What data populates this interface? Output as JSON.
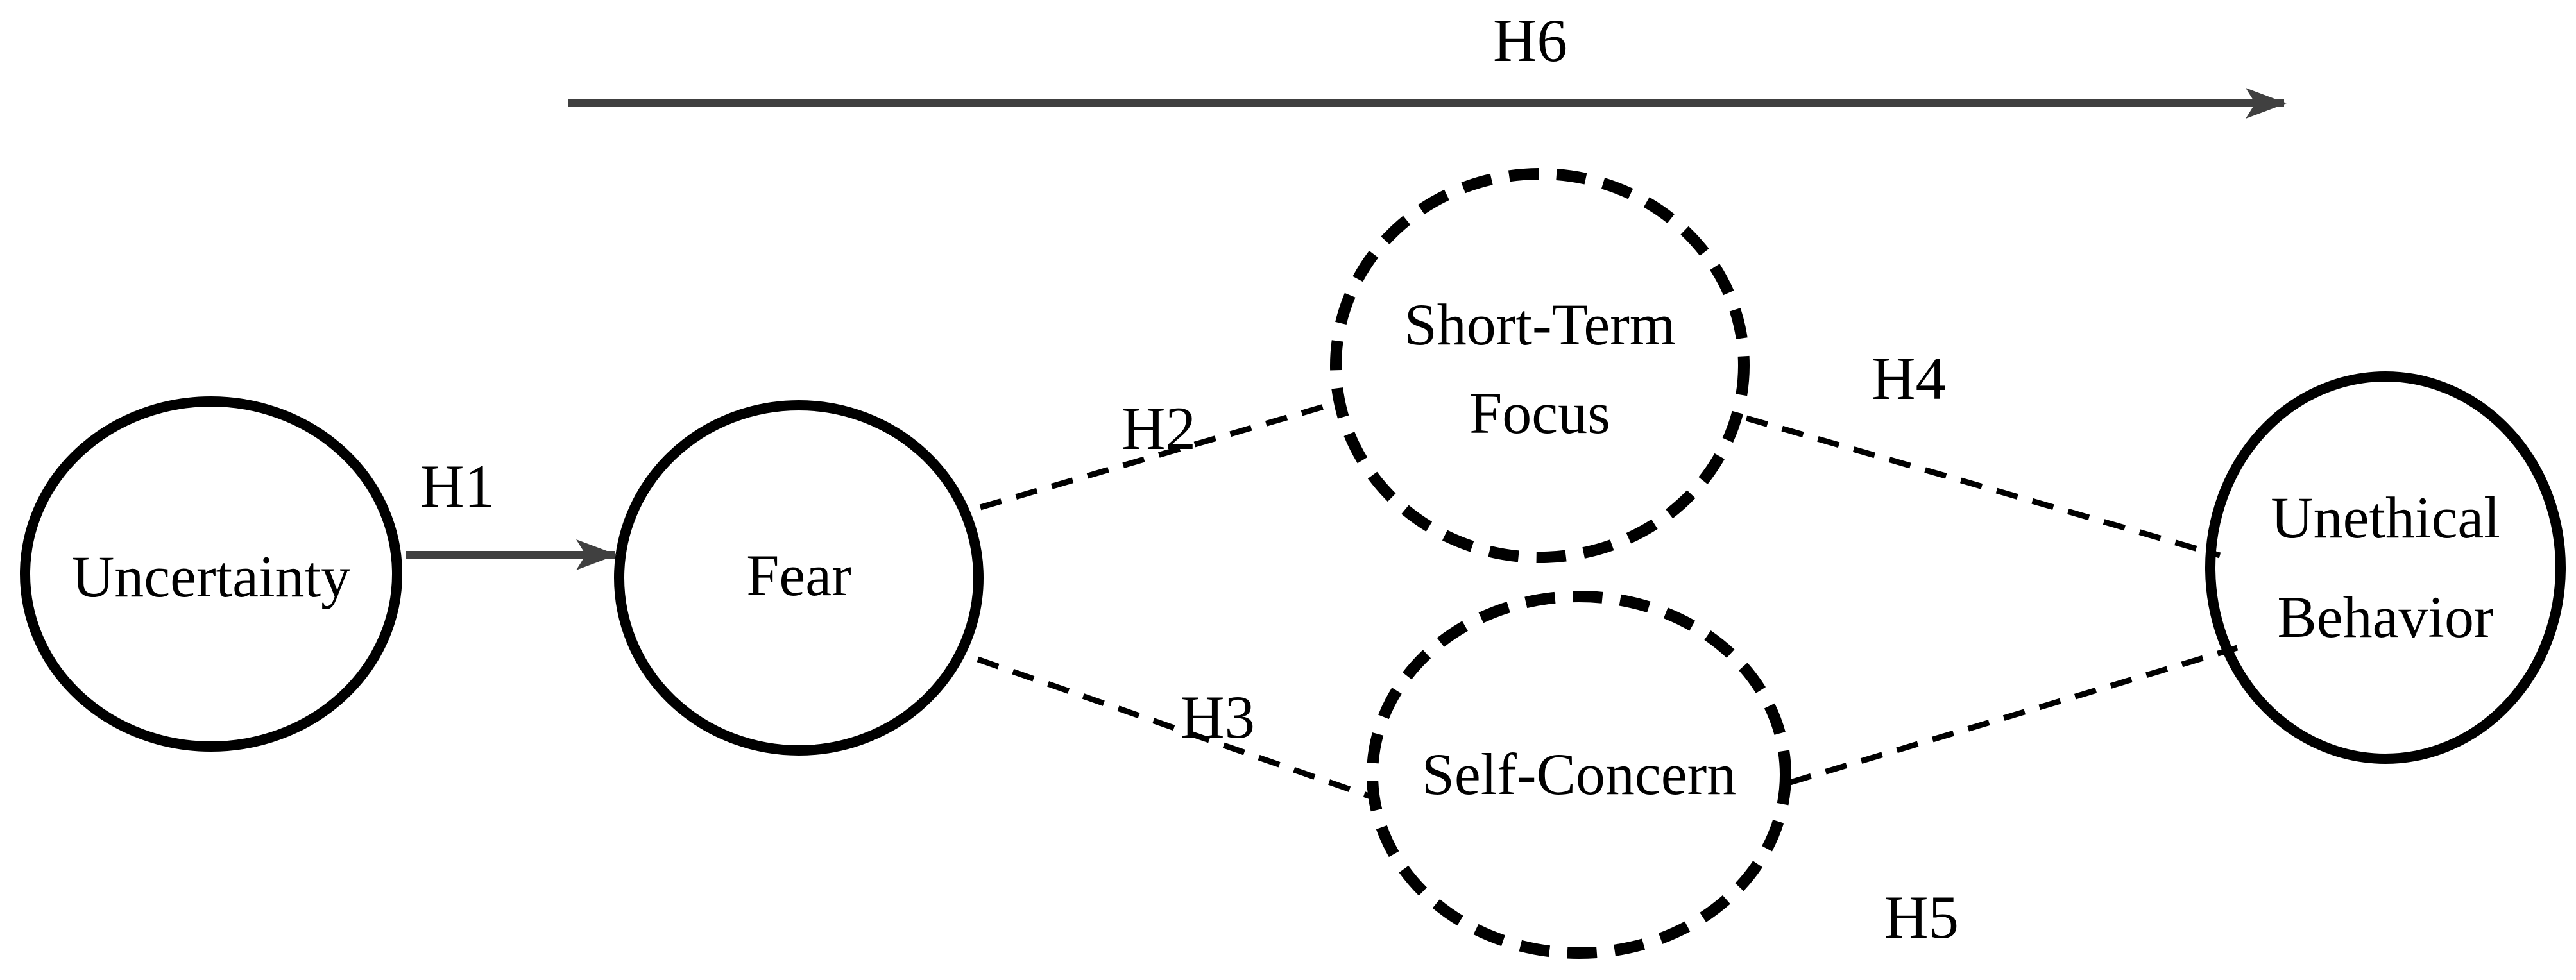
{
  "figure": {
    "type": "hypothesis-path-model",
    "background_color": "#ffffff",
    "text_color": "#000000",
    "node_stroke_color": "#000000",
    "arrow_color": "#404040"
  },
  "nodes": {
    "uncertainty": {
      "label": "Uncertainty",
      "border": "solid"
    },
    "fear": {
      "label": "Fear",
      "border": "solid"
    },
    "short_term_focus": {
      "line1": "Short-Term",
      "line2": "Focus",
      "border": "dashed"
    },
    "self_concern": {
      "label": "Self-Concern",
      "border": "dashed"
    },
    "unethical_behavior": {
      "line1": "Unethical",
      "line2": "Behavior",
      "border": "solid"
    }
  },
  "hypotheses": {
    "h1": {
      "label": "H1",
      "from": "Uncertainty",
      "to": "Fear",
      "style": "solid-arrow"
    },
    "h2": {
      "label": "H2",
      "from": "Fear",
      "to": "Short-Term Focus",
      "style": "dashed-line"
    },
    "h3": {
      "label": "H3",
      "from": "Fear",
      "to": "Self-Concern",
      "style": "dashed-line"
    },
    "h4": {
      "label": "H4",
      "from": "Short-Term Focus",
      "to": "Unethical Behavior",
      "style": "dashed-line"
    },
    "h5": {
      "label": "H5",
      "from": "Self-Concern",
      "to": "Unethical Behavior",
      "style": "dashed-line"
    },
    "h6": {
      "label": "H6",
      "from": "Fear",
      "to": "Unethical Behavior",
      "style": "solid-arrow"
    }
  }
}
